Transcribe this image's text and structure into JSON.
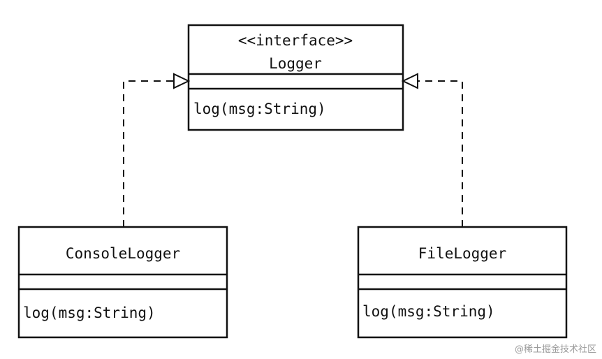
{
  "interface": {
    "stereotype": "<<interface>>",
    "name": "Logger",
    "method": "log(msg:String)"
  },
  "classes": [
    {
      "name": "ConsoleLogger",
      "method": "log(msg:String)"
    },
    {
      "name": "FileLogger",
      "method": "log(msg:String)"
    }
  ],
  "relationship": "realization",
  "watermark": "@稀土掘金技术社区"
}
